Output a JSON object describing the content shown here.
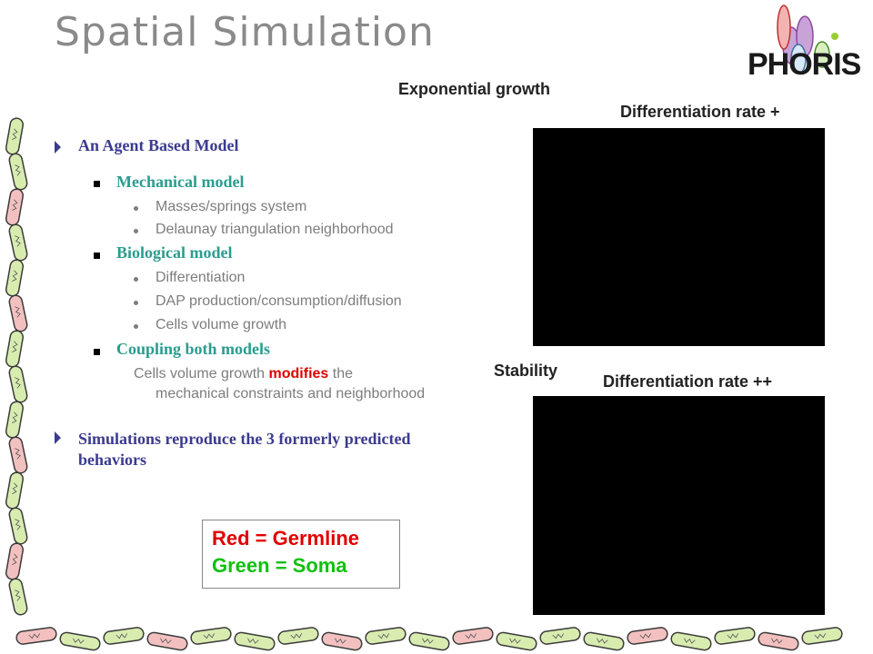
{
  "title": "Spatial Simulation",
  "logo": {
    "text": "PHORIS"
  },
  "bullets": {
    "b1": "An Agent Based Model",
    "mech": "Mechanical model",
    "mech_1": "Masses/springs system",
    "mech_2": "Delaunay triangulation neighborhood",
    "bio": "Biological model",
    "bio_1": "Differentiation",
    "bio_2": "DAP production/consumption/diffusion",
    "bio_3": "Cells volume growth",
    "coup": "Coupling both models",
    "coup_a": "Cells volume growth",
    "coup_b": "modifies",
    "coup_c": "the",
    "coup_d": "mechanical constraints and neighborhood",
    "b2_line1": "Simulations reproduce the 3 formerly predicted",
    "b2_line2": "behaviors"
  },
  "labels": {
    "exp": "Exponential growth",
    "diff1": "Differentiation rate +",
    "stab": "Stability",
    "diff2": "Differentiation rate",
    "diff2_sign": "++"
  },
  "legend": {
    "red": "Red = Germline",
    "green": "Green = Soma"
  },
  "colors": {
    "title": "#8a8a8a",
    "level1": "#3b3b8f",
    "level2": "#2a9d8f",
    "level3": "#7d7d7d",
    "highlight": "#e00000",
    "legend_red": "#e00000",
    "legend_green": "#10c010"
  }
}
